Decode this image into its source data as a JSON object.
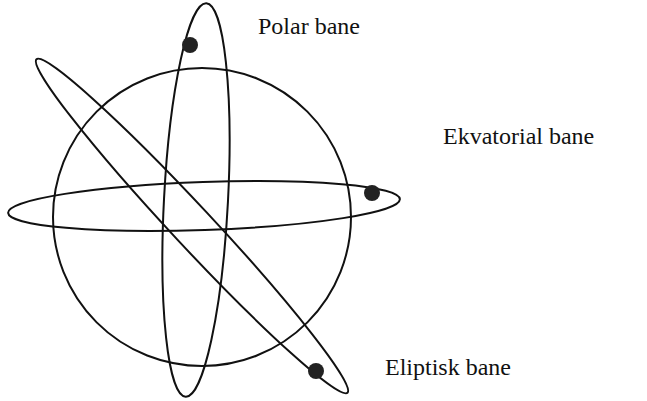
{
  "diagram": {
    "labels": [
      "Polar bane",
      "Ekvatorial bane",
      "Eliptisk bane"
    ]
  }
}
